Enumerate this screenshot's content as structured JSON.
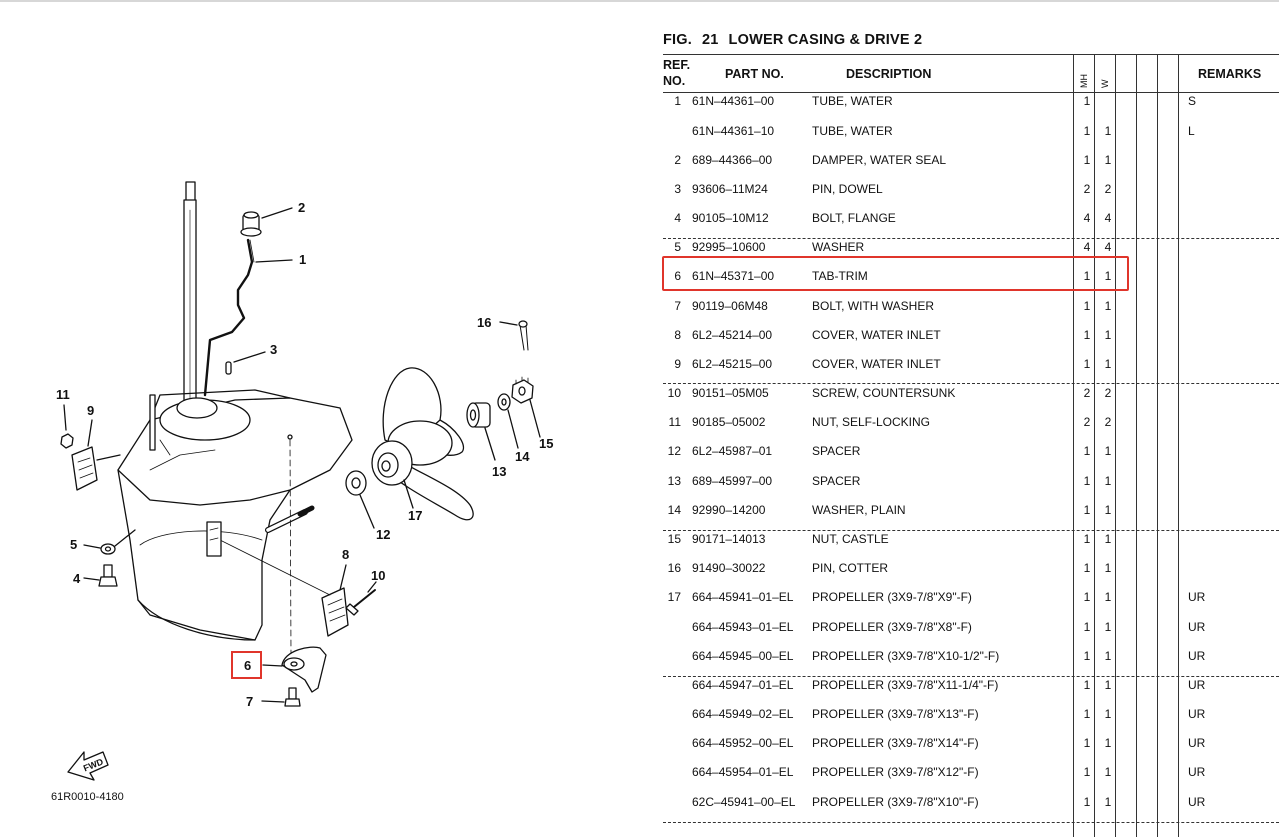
{
  "figure": {
    "number_label": "FIG.",
    "number": "21",
    "title": "LOWER CASING & DRIVE 2",
    "code": "61R0010-4180",
    "fwd_label": "FWD"
  },
  "diagram": {
    "callouts": [
      "1",
      "2",
      "3",
      "4",
      "5",
      "6",
      "7",
      "8",
      "9",
      "10",
      "11",
      "12",
      "13",
      "14",
      "15",
      "16",
      "17"
    ],
    "highlighted_callout": "6",
    "highlight_color": "#e0352b"
  },
  "table": {
    "headers": {
      "ref": "REF.",
      "no": "NO.",
      "part": "PART NO.",
      "desc": "DESCRIPTION",
      "q1": "MH",
      "q2": "W",
      "remarks": "REMARKS"
    },
    "highlighted_row_index": 5,
    "rows": [
      {
        "ref": "1",
        "part": "61N–44361–00",
        "desc": "TUBE, WATER",
        "q1": "1",
        "q2": "",
        "rem": "S"
      },
      {
        "ref": "",
        "part": "61N–44361–10",
        "desc": "TUBE, WATER",
        "q1": "1",
        "q2": "1",
        "rem": "L"
      },
      {
        "ref": "2",
        "part": "689–44366–00",
        "desc": "DAMPER, WATER SEAL",
        "q1": "1",
        "q2": "1",
        "rem": ""
      },
      {
        "ref": "3",
        "part": "93606–11M24",
        "desc": "PIN, DOWEL",
        "q1": "2",
        "q2": "2",
        "rem": ""
      },
      {
        "ref": "4",
        "part": "90105–10M12",
        "desc": "BOLT, FLANGE",
        "q1": "4",
        "q2": "4",
        "rem": ""
      },
      {
        "ref": "5",
        "part": "92995–10600",
        "desc": "WASHER",
        "q1": "4",
        "q2": "4",
        "rem": ""
      },
      {
        "ref": "6",
        "part": "61N–45371–00",
        "desc": "TAB-TRIM",
        "q1": "1",
        "q2": "1",
        "rem": ""
      },
      {
        "ref": "7",
        "part": "90119–06M48",
        "desc": "BOLT, WITH WASHER",
        "q1": "1",
        "q2": "1",
        "rem": ""
      },
      {
        "ref": "8",
        "part": "6L2–45214–00",
        "desc": "COVER, WATER INLET",
        "q1": "1",
        "q2": "1",
        "rem": ""
      },
      {
        "ref": "9",
        "part": "6L2–45215–00",
        "desc": "COVER, WATER INLET",
        "q1": "1",
        "q2": "1",
        "rem": ""
      },
      {
        "ref": "10",
        "part": "90151–05M05",
        "desc": "SCREW, COUNTERSUNK",
        "q1": "2",
        "q2": "2",
        "rem": ""
      },
      {
        "ref": "11",
        "part": "90185–05002",
        "desc": "NUT, SELF-LOCKING",
        "q1": "2",
        "q2": "2",
        "rem": ""
      },
      {
        "ref": "12",
        "part": "6L2–45987–01",
        "desc": "SPACER",
        "q1": "1",
        "q2": "1",
        "rem": ""
      },
      {
        "ref": "13",
        "part": "689–45997–00",
        "desc": "SPACER",
        "q1": "1",
        "q2": "1",
        "rem": ""
      },
      {
        "ref": "14",
        "part": "92990–14200",
        "desc": "WASHER, PLAIN",
        "q1": "1",
        "q2": "1",
        "rem": ""
      },
      {
        "ref": "15",
        "part": "90171–14013",
        "desc": "NUT, CASTLE",
        "q1": "1",
        "q2": "1",
        "rem": ""
      },
      {
        "ref": "16",
        "part": "91490–30022",
        "desc": "PIN, COTTER",
        "q1": "1",
        "q2": "1",
        "rem": ""
      },
      {
        "ref": "17",
        "part": "664–45941–01–EL",
        "desc": "PROPELLER (3X9-7/8\"X9\"-F)",
        "q1": "1",
        "q2": "1",
        "rem": "UR"
      },
      {
        "ref": "",
        "part": "664–45943–01–EL",
        "desc": "PROPELLER (3X9-7/8\"X8\"-F)",
        "q1": "1",
        "q2": "1",
        "rem": "UR"
      },
      {
        "ref": "",
        "part": "664–45945–00–EL",
        "desc": "PROPELLER (3X9-7/8\"X10-1/2\"-F)",
        "q1": "1",
        "q2": "1",
        "rem": "UR"
      },
      {
        "ref": "",
        "part": "664–45947–01–EL",
        "desc": "PROPELLER (3X9-7/8\"X11-1/4\"-F)",
        "q1": "1",
        "q2": "1",
        "rem": "UR"
      },
      {
        "ref": "",
        "part": "664–45949–02–EL",
        "desc": "PROPELLER (3X9-7/8\"X13\"-F)",
        "q1": "1",
        "q2": "1",
        "rem": "UR"
      },
      {
        "ref": "",
        "part": "664–45952–00–EL",
        "desc": "PROPELLER (3X9-7/8\"X14\"-F)",
        "q1": "1",
        "q2": "1",
        "rem": "UR"
      },
      {
        "ref": "",
        "part": "664–45954–01–EL",
        "desc": "PROPELLER (3X9-7/8\"X12\"-F)",
        "q1": "1",
        "q2": "1",
        "rem": "UR"
      },
      {
        "ref": "",
        "part": "62C–45941–00–EL",
        "desc": "PROPELLER (3X9-7/8\"X10\"-F)",
        "q1": "1",
        "q2": "1",
        "rem": "UR"
      }
    ]
  }
}
